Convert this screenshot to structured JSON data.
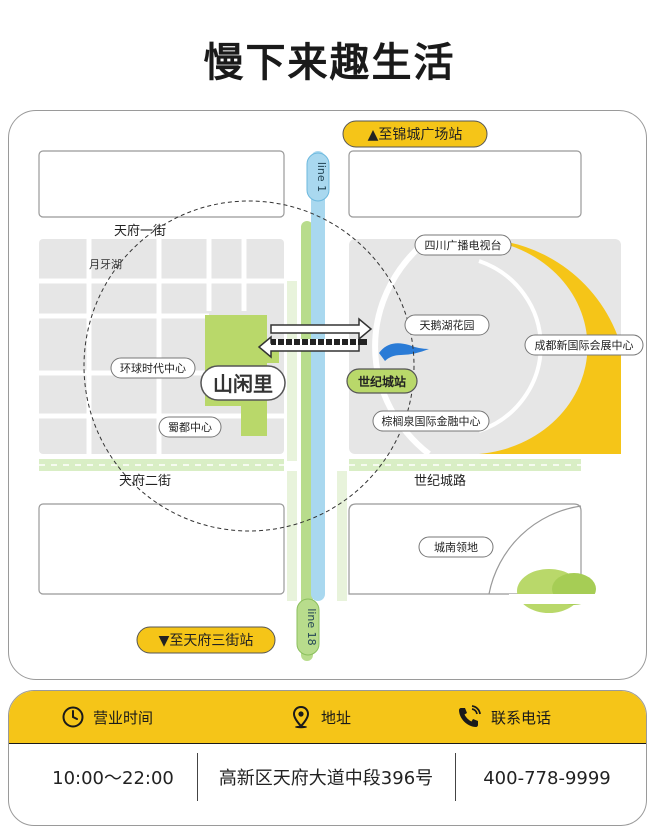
{
  "page": {
    "title": "慢下来趣生活"
  },
  "map": {
    "north_station": "▲至锦城广场站",
    "south_station": "▼至天府三街站",
    "line1": "line 1",
    "line18": "line 18",
    "station": "世纪城站",
    "brand_logo_text": "山闲里",
    "roads": {
      "tianfu1": "天府一街",
      "tianfu2": "天府二街",
      "shijicheng_road": "世纪城路"
    },
    "places": {
      "yueya_lake": "月牙湖",
      "huanqiu": "环球时代中心",
      "shudu": "蜀都中心",
      "sichuan_tv": "四川广播电视台",
      "tiane_lake": "天鹅湖花园",
      "expo": "成都新国际会展中心",
      "zonglv": "棕榈泉国际金融中心",
      "chengnan": "城南领地"
    },
    "colors": {
      "yellow": "#f5c518",
      "green": "#b9d86a",
      "line_blue": "#a9d8ef",
      "line_green": "#b8dc8c",
      "block_gray": "#e6e6e6"
    }
  },
  "info": {
    "hours_label": "营业时间",
    "address_label": "地址",
    "phone_label": "联系电话",
    "hours_value": "10:00～22:00",
    "address_value": "高新区天府大道中段396号",
    "phone_value": "400-778-9999"
  }
}
